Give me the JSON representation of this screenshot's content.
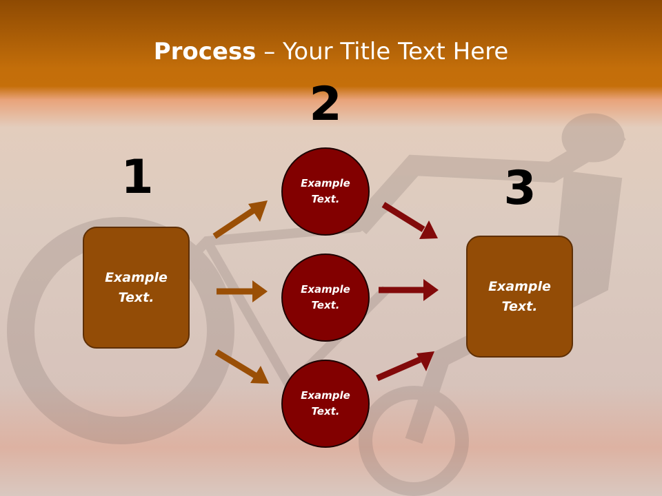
{
  "slide": {
    "title_bold": "Process",
    "title_rest": " – Your Title Text Here"
  },
  "steps": {
    "one": "1",
    "two": "2",
    "three": "3"
  },
  "nodes": {
    "left_box": "Example Text.",
    "circle_top": "Example Text.",
    "circle_middle": "Example Text.",
    "circle_bottom": "Example Text.",
    "right_box": "Example Text."
  },
  "colors": {
    "box_fill": "#934c06",
    "circle_fill": "#820000",
    "arrow_brown": "#9a4f06",
    "arrow_red": "#820a0a"
  }
}
